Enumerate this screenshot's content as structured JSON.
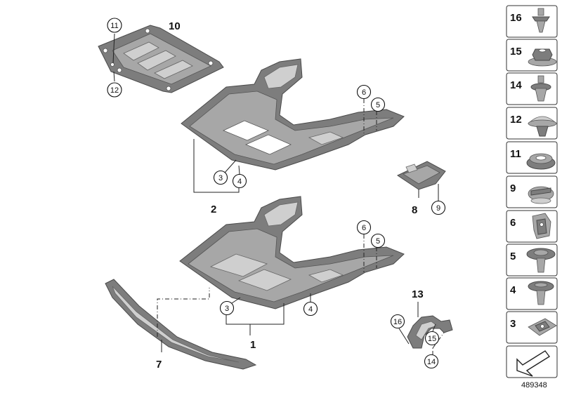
{
  "diagram": {
    "reference_number": "489348",
    "main_labels": {
      "p1": "1",
      "p2": "2",
      "p7": "7",
      "p8": "8",
      "p10": "10",
      "p13": "13"
    },
    "callouts": {
      "c3a": "3",
      "c4a": "4",
      "c5a": "5",
      "c6a": "6",
      "c3b": "3",
      "c4b": "4",
      "c5b": "5",
      "c6b": "6",
      "c9": "9",
      "c11": "11",
      "c12": "12",
      "c14": "14",
      "c15": "15",
      "c16": "16"
    },
    "fastener_column": [
      "16",
      "15",
      "14",
      "12",
      "11",
      "9",
      "6",
      "5",
      "4",
      "3"
    ]
  }
}
